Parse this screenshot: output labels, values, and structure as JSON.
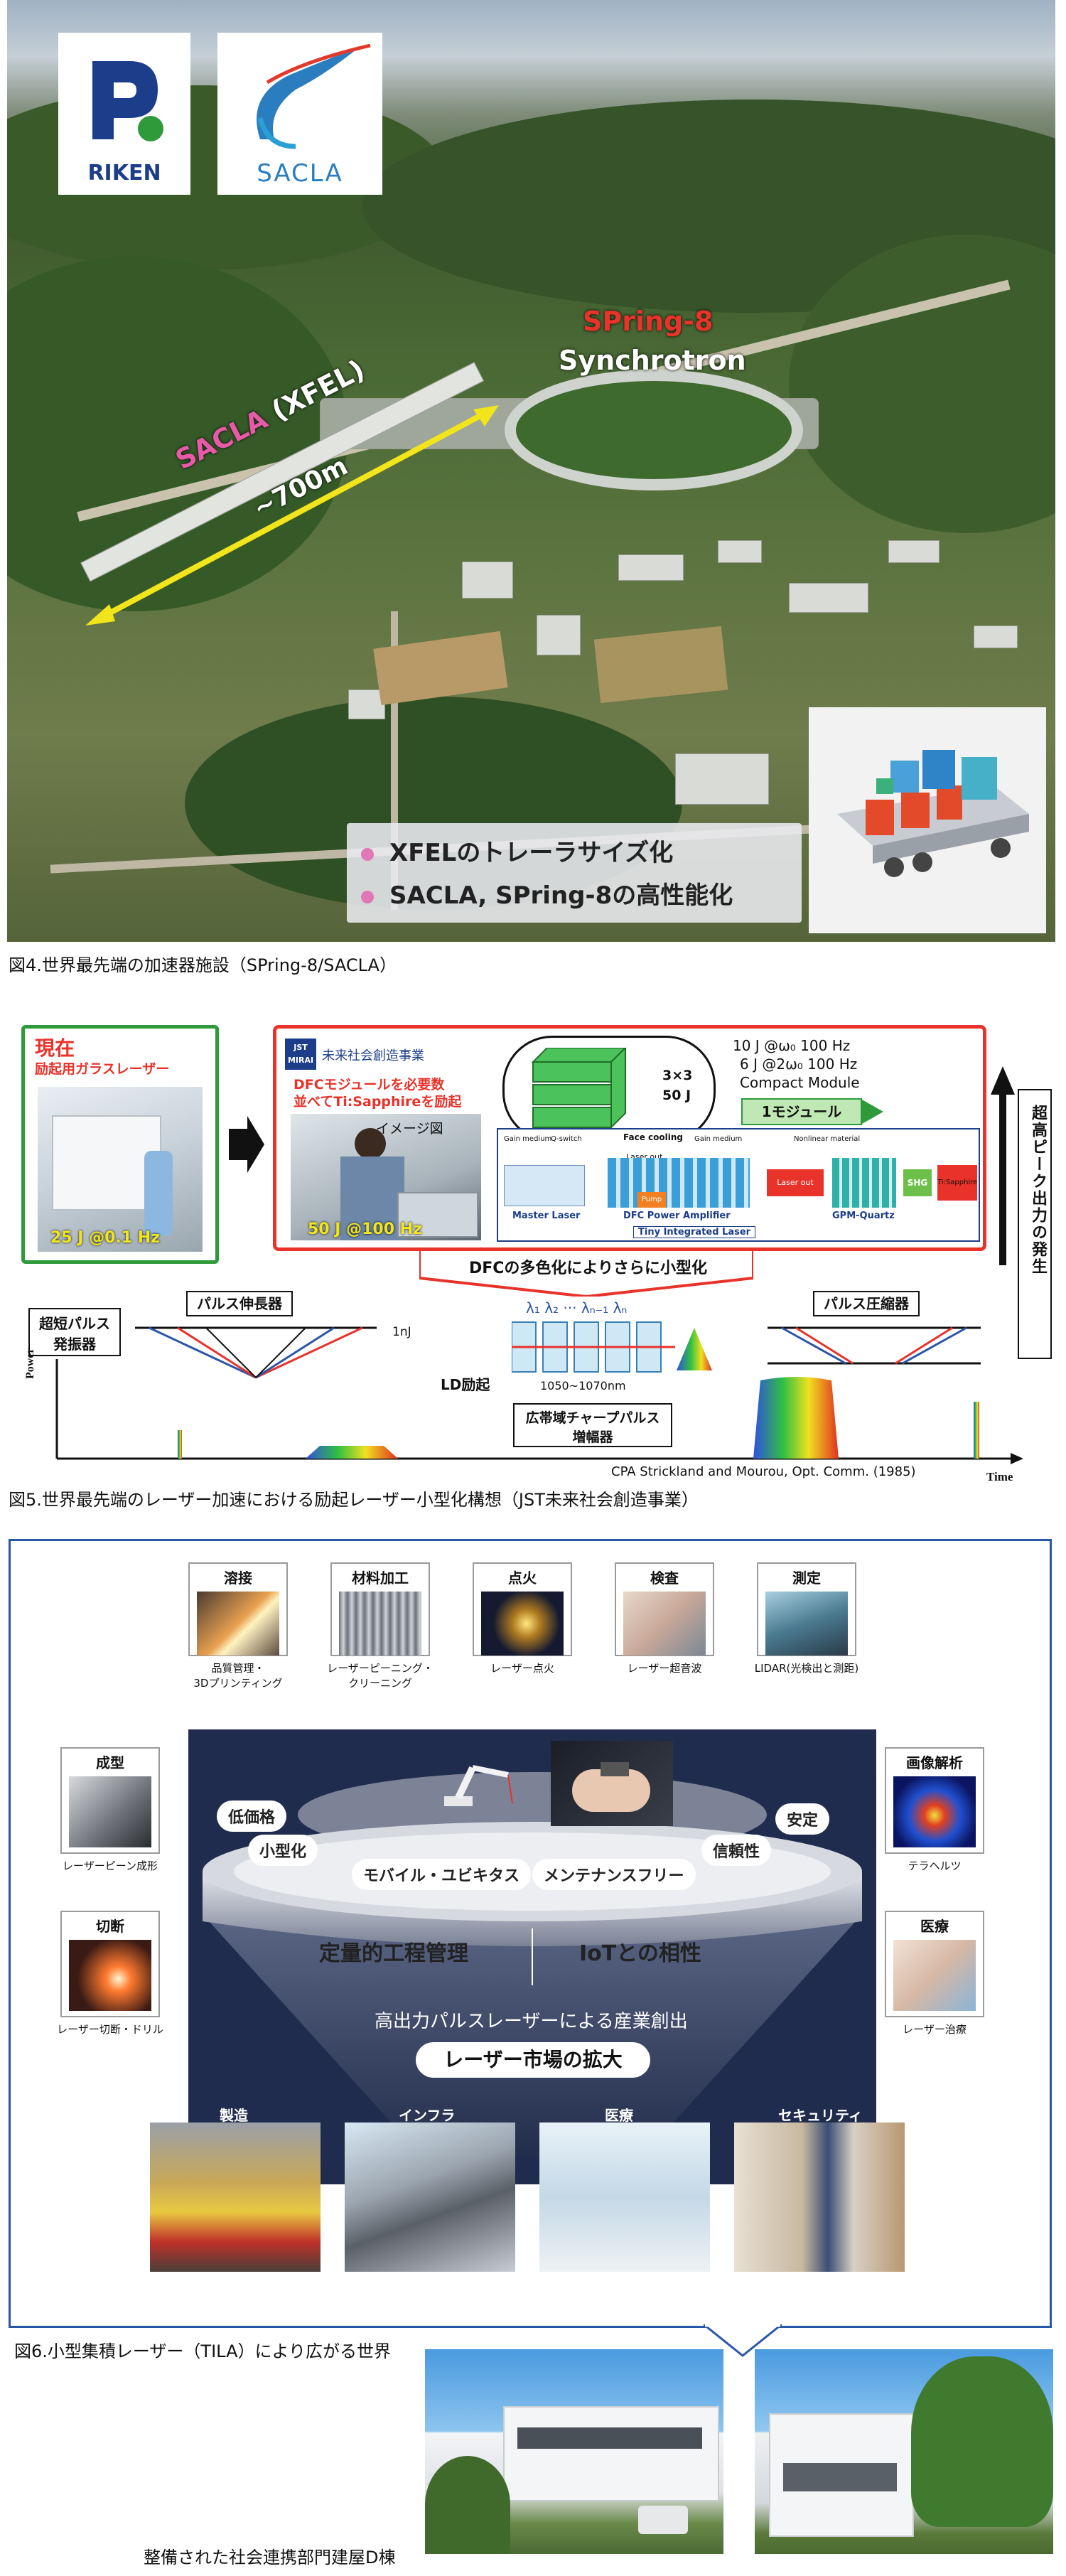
{
  "fig4": {
    "logos": {
      "riken": "RIKEN",
      "sacla": "SACLA"
    },
    "spring8_label": "SPring-8",
    "synchrotron_label": "Synchrotron",
    "sacla_label": "SACLA",
    "xfel_label": "(XFEL)",
    "length_label": "~700m",
    "bullets": [
      "XFELのトレーラサイズ化",
      "SACLA, SPring-8の高性能化"
    ],
    "caption": "図4.世界最先端の加速器施設（SPring-8/SACLA）",
    "colors": {
      "spring8": "#e8322a",
      "sacla": "#e85aa8",
      "arrow": "#f2e51c",
      "bullet": "#e077b6"
    }
  },
  "fig5": {
    "current_title": "現在",
    "current_sub": "励起用ガラスレーザー",
    "current_energy": "25 J @0.1  Hz",
    "jst_badge_top": "JST",
    "jst_badge_bottom": "MIRAI",
    "jst_program": "未来社会創造事業",
    "dfc_note": [
      "DFCモジュールを必要数",
      "並べてTi:Sapphireを励起"
    ],
    "image_label": "イメージ図",
    "future_energy": "50 J @100  Hz",
    "module_spec": [
      "3×3",
      "50 J"
    ],
    "spec_lines": [
      "10 J @ω₀ 100 Hz",
      "6 J @2ω₀ 100 Hz",
      "Compact Module"
    ],
    "module_label": "1モジュール",
    "chain": {
      "gain_medium": "Gain medium",
      "q_switch": "Q-switch",
      "face_cooling": "Face cooling",
      "gain_medium2": "Gain medium",
      "nonlinear": "Nonlinear material",
      "laser_out": "Laser out",
      "pump": "Pump",
      "master_laser": "Master Laser",
      "dfc_amp": "DFC Power Amplifier",
      "tiny_laser": "Tiny Integrated Laser",
      "laser_out2": "Laser out",
      "gpm": "GPM-Quartz",
      "shg": "SHG",
      "tisapphire": "Ti:Sapphire"
    },
    "vertical_label": "超高ピーク出力の発生",
    "diversify": "DFCの多色化によりさらに小型化",
    "oscillator": [
      "超短パルス",
      "発振器"
    ],
    "stretcher": "パルス伸長器",
    "compressor": "パルス圧縮器",
    "nj": "1nJ",
    "lambdas": "λ₁  λ₂ ···  λₙ₋₁  λₙ",
    "wavelength": "1050~1070nm",
    "ld_pump": "LD励起",
    "amplifier": [
      "広帯域チャープパルス",
      "増幅器"
    ],
    "power_axis": "Power",
    "time_axis": "Time",
    "citation": "CPA  Strickland and Mourou, Opt. Comm. (1985)",
    "caption": "図5.世界最先端のレーザー加速における励起レーザー小型化構想（JST未来社会創造事業）"
  },
  "fig6": {
    "top_apps": [
      {
        "title": "溶接",
        "sub": [
          "品質管理・",
          "3Dプリンティング"
        ]
      },
      {
        "title": "材料加工",
        "sub": [
          "レーザーピーニング・",
          "クリーニング"
        ]
      },
      {
        "title": "点火",
        "sub": [
          "レーザー点火"
        ]
      },
      {
        "title": "検査",
        "sub": [
          "レーザー超音波"
        ]
      },
      {
        "title": "測定",
        "sub": [
          "LIDAR(光検出と測距)"
        ]
      }
    ],
    "left_apps": [
      {
        "title": "成型",
        "sub": [
          "レーザーピーン成形"
        ]
      },
      {
        "title": "切断",
        "sub": [
          "レーザー切断・ドリル"
        ]
      }
    ],
    "right_apps": [
      {
        "title": "画像解析",
        "sub": [
          "テラヘルツ"
        ]
      },
      {
        "title": "医療",
        "sub": [
          "レーザー治療"
        ]
      }
    ],
    "chips": {
      "low_cost": "低価格",
      "stable": "安定",
      "small": "小型化",
      "reliable": "信頼性",
      "mobile": "モバイル・ユビキタス",
      "maintenance_free": "メンテナンスフリー"
    },
    "quant": "定量的工程管理",
    "iot": "IoTとの相性",
    "industry": "高出力パルスレーザーによる産業創出",
    "market": "レーザー市場の拡大",
    "sectors": [
      "製造",
      "インフラ",
      "医療",
      "セキュリティ"
    ],
    "caption": "図6.小型集積レーザー（TILA）により広がる世界"
  },
  "building_caption": "整備された社会連携部門建屋D棟"
}
